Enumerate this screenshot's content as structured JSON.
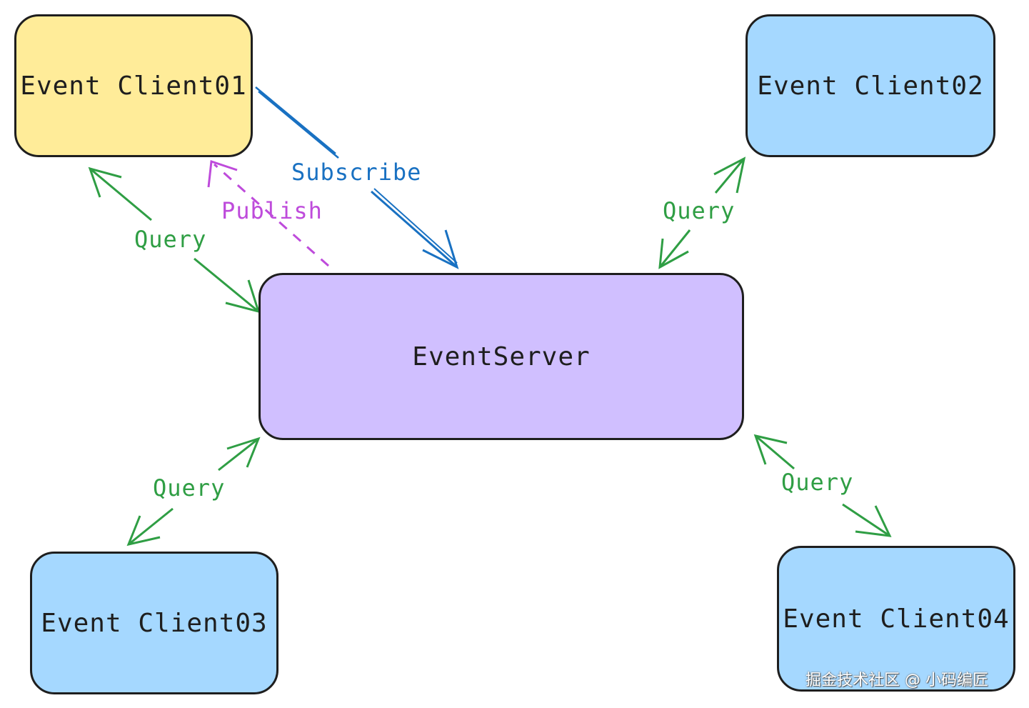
{
  "nodes": {
    "client01": {
      "label": "Event Client01",
      "fill": "#ffec99"
    },
    "client02": {
      "label": "Event Client02",
      "fill": "#a5d8ff"
    },
    "client03": {
      "label": "Event Client03",
      "fill": "#a5d8ff"
    },
    "client04": {
      "label": "Event Client04",
      "fill": "#a5d8ff"
    },
    "server": {
      "label": "EventServer",
      "fill": "#d0bfff"
    }
  },
  "edges": {
    "subscribe": {
      "label": "Subscribe",
      "color": "#1971c2",
      "from": "Event Client01",
      "to": "EventServer",
      "style": "solid"
    },
    "publish": {
      "label": "Publish",
      "color": "#be4bdb",
      "from": "EventServer",
      "to": "Event Client01",
      "style": "dashed"
    },
    "query1": {
      "label": "Query",
      "color": "#2f9e44",
      "between": [
        "Event Client01",
        "EventServer"
      ],
      "bidirectional": true
    },
    "query2": {
      "label": "Query",
      "color": "#2f9e44",
      "between": [
        "Event Client02",
        "EventServer"
      ],
      "bidirectional": true
    },
    "query3": {
      "label": "Query",
      "color": "#2f9e44",
      "between": [
        "Event Client03",
        "EventServer"
      ],
      "bidirectional": true
    },
    "query4": {
      "label": "Query",
      "color": "#2f9e44",
      "between": [
        "Event Client04",
        "EventServer"
      ],
      "bidirectional": true
    }
  },
  "watermark": "掘金技术社区 @ 小码编匠"
}
